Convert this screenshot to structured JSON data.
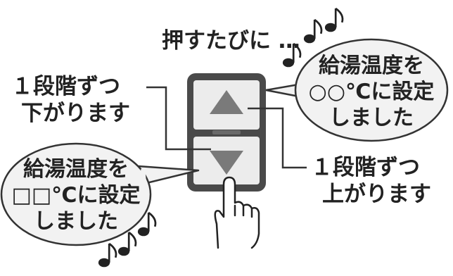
{
  "intro_text": "押すたびに …",
  "down_label": {
    "line1": "１段階ずつ",
    "line2": "下がります"
  },
  "up_label": {
    "line1": "１段階ずつ",
    "line2": "上がります"
  },
  "bubble_right": {
    "line1": "給湯温度を",
    "line2": "○○℃に設定",
    "line3": "しました"
  },
  "bubble_left": {
    "line1": "給湯温度を",
    "line2": "□□℃に設定",
    "line3": "しました"
  },
  "icons": {
    "up_button": "triangle-up-icon",
    "down_button": "triangle-down-icon",
    "finger": "pointing-finger-icon",
    "music": "music-note-icon"
  },
  "colors": {
    "remote_frame": "#4a4a4a",
    "button_face": "#ececec",
    "arrow": "#7a7a7a",
    "bubble_fill": "#f2f2f2",
    "line": "#333333"
  }
}
